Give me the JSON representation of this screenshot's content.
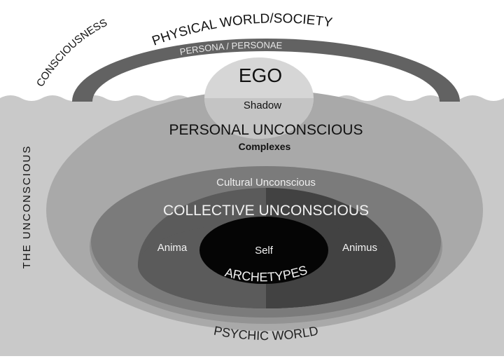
{
  "labels": {
    "consciousness": "CONSCIOUSNESS",
    "physical_world": "PHYSICAL WORLD/SOCIETY",
    "persona": "PERSONA / PERSONAE",
    "ego": "EGO",
    "shadow": "Shadow",
    "personal_unconscious": "PERSONAL UNCONSCIOUS",
    "complexes": "Complexes",
    "cultural_unconscious": "Cultural Unconscious",
    "collective_unconscious": "COLLECTIVE UNCONSCIOUS",
    "anima": "Anima",
    "animus": "Animus",
    "self": "Self",
    "archetypes": "ARCHETYPES",
    "the_unconscious": "THE UNCONSCIOUS",
    "psychic_world": "PSYCHIC WORLD"
  },
  "colors": {
    "water": "#c9c9c9",
    "personal": "#a9a9a9",
    "cultural": "#7b7b7b",
    "collective_left": "#5b5b5b",
    "collective_right": "#424242",
    "self": "#050505",
    "persona_band": "#626262",
    "ego": "#d6d6d6"
  }
}
